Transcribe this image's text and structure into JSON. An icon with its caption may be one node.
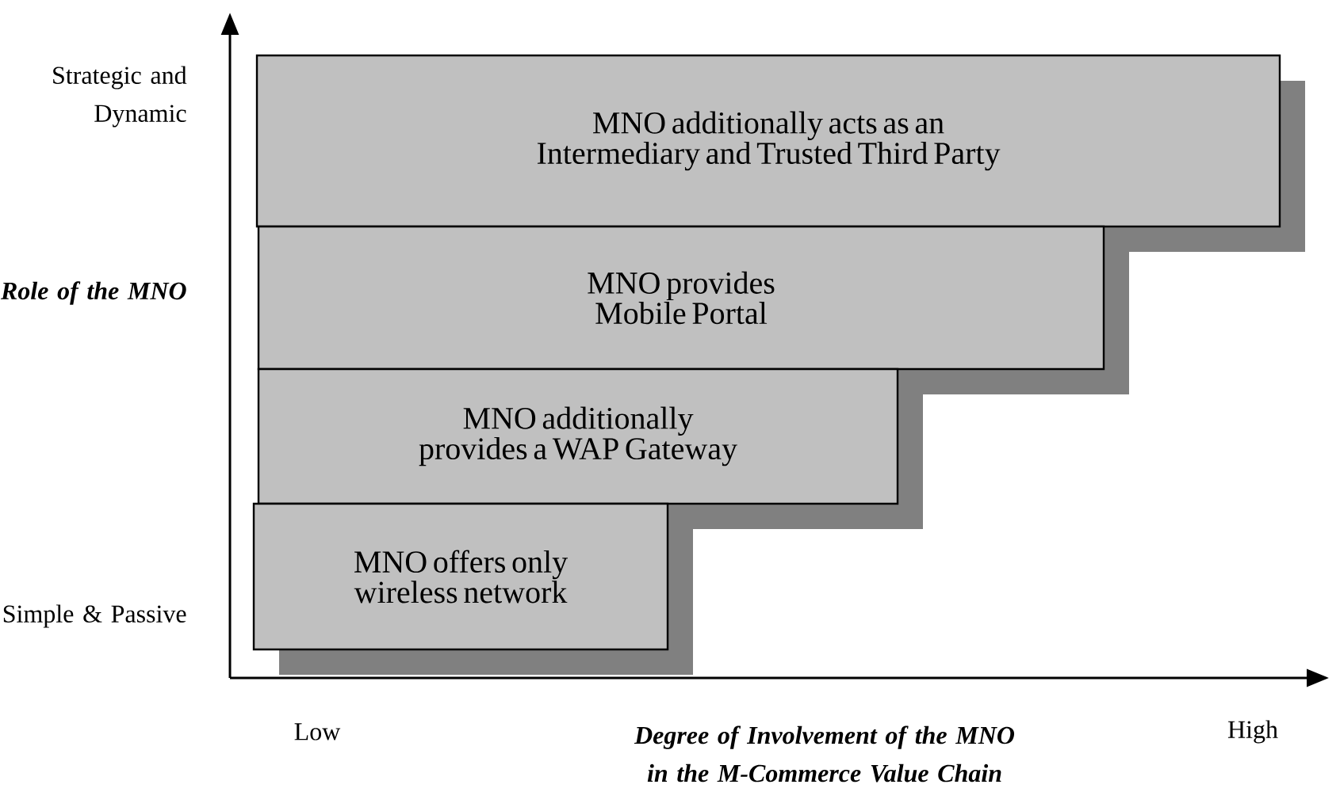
{
  "diagram": {
    "nodes": [
      {
        "text": [
          "MNO additionally acts as an Intermediary and Trusted Third Party"
        ]
      },
      {
        "text": [
          "MNO provides Mobile Portal"
        ]
      },
      {
        "text": [
          "MNO additionally provides a WAP Gateway"
        ]
      },
      {
        "text": [
          "MNO offers only wireless network"
        ]
      }
    ],
    "labels": [
      "Strategic and Dynamic",
      "Role of the MNO",
      "Simple & Passive",
      "Low",
      "Degree of Involvement of the MNO in the M-Commerce Value Chain",
      "High"
    ]
  }
}
